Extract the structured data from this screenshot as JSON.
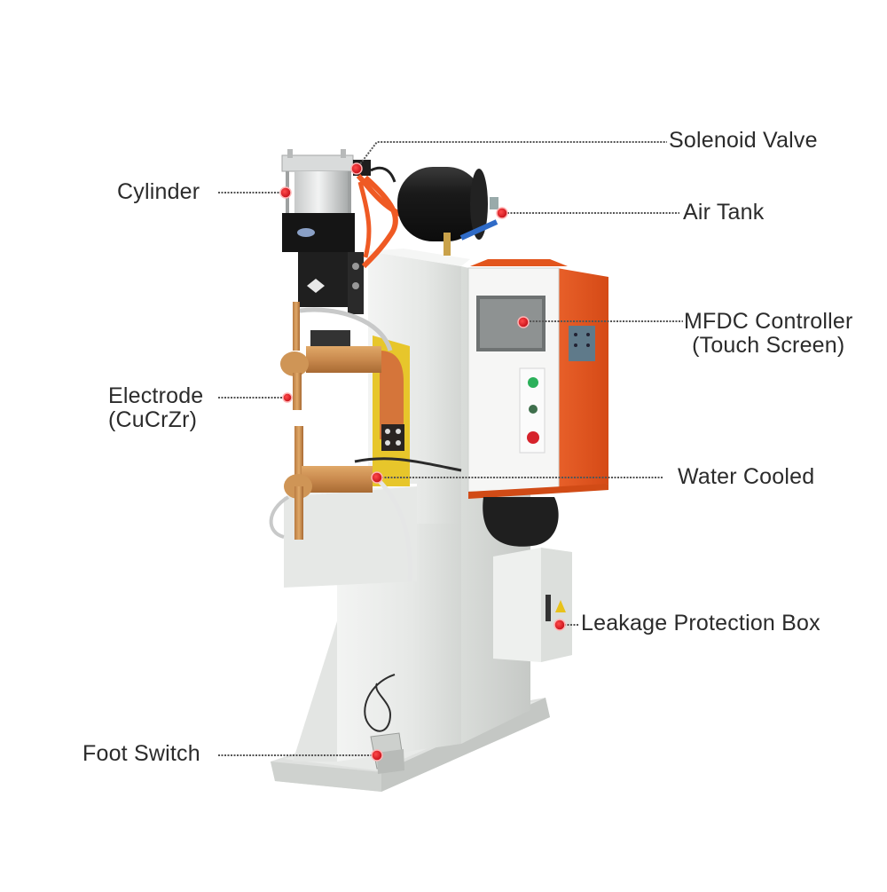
{
  "diagram": {
    "subject": "MFDC spot welding machine",
    "colors": {
      "background": "#ffffff",
      "callout_dot": "#d0161e",
      "leader_line": "#555555",
      "label_text": "#2b2b2b",
      "body_white": "#e9ebe9",
      "controller_orange": "#e2551d",
      "copper": "#c98a4e",
      "black_parts": "#1c1c1c",
      "hose_orange": "#ef5a24",
      "button_green": "#2bb05a",
      "button_red": "#d6232c"
    },
    "callouts": [
      {
        "id": "solenoid-valve",
        "label": "Solenoid Valve",
        "side": "right"
      },
      {
        "id": "cylinder",
        "label": "Cylinder",
        "side": "left"
      },
      {
        "id": "air-tank",
        "label": "Air Tank",
        "side": "right"
      },
      {
        "id": "mfdc-controller",
        "label": "MFDC Controller",
        "sublabel": "(Touch Screen)",
        "side": "right"
      },
      {
        "id": "electrode",
        "label": "Electrode",
        "sublabel": "(CuCrZr)",
        "side": "left"
      },
      {
        "id": "water-cooled",
        "label": "Water Cooled",
        "side": "right"
      },
      {
        "id": "leakage-protection-box",
        "label": "Leakage Protection Box",
        "side": "right"
      },
      {
        "id": "foot-switch",
        "label": "Foot Switch",
        "side": "left"
      }
    ]
  }
}
